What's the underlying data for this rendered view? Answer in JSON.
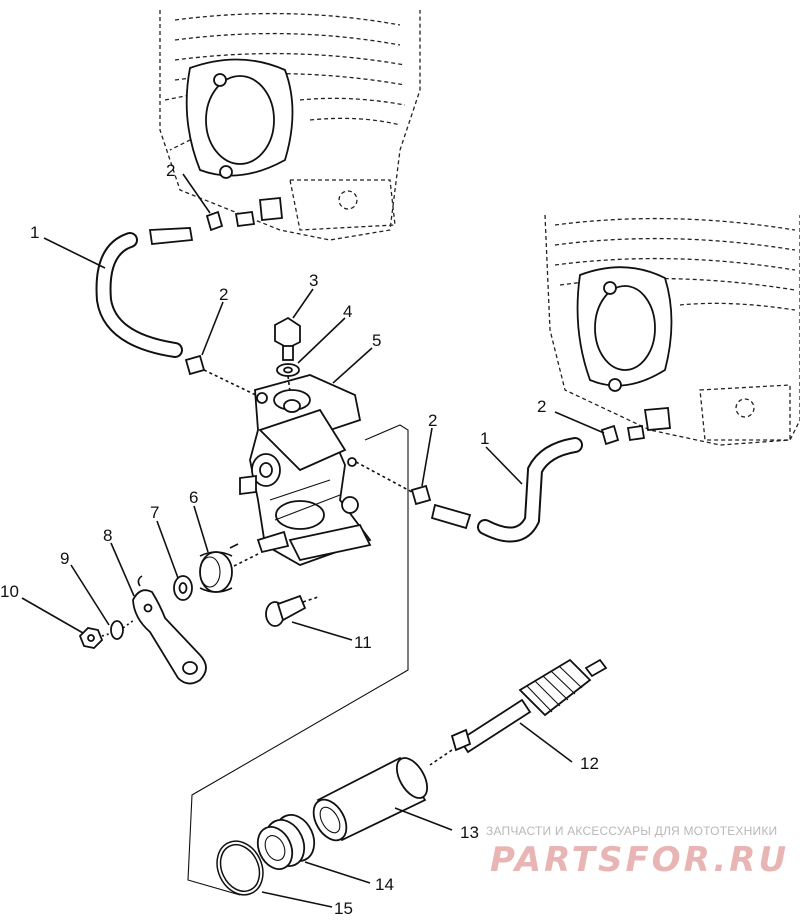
{
  "callouts": {
    "c1_left": "1",
    "c2_top": "2",
    "c2_mid": "2",
    "c3": "3",
    "c4": "4",
    "c5": "5",
    "c2_right_hose": "2",
    "c1_right": "1",
    "c2_far_right": "2",
    "c6": "6",
    "c7": "7",
    "c8": "8",
    "c9": "9",
    "c10": "10",
    "c11": "11",
    "c12": "12",
    "c13": "13",
    "c14": "14",
    "c15": "15"
  },
  "watermark": {
    "caption": "ЗАПЧАСТИ И АКСЕССУАРЫ ДЛЯ МОТОТЕХНИКИ",
    "logo": "PARTSFOR.RU"
  }
}
